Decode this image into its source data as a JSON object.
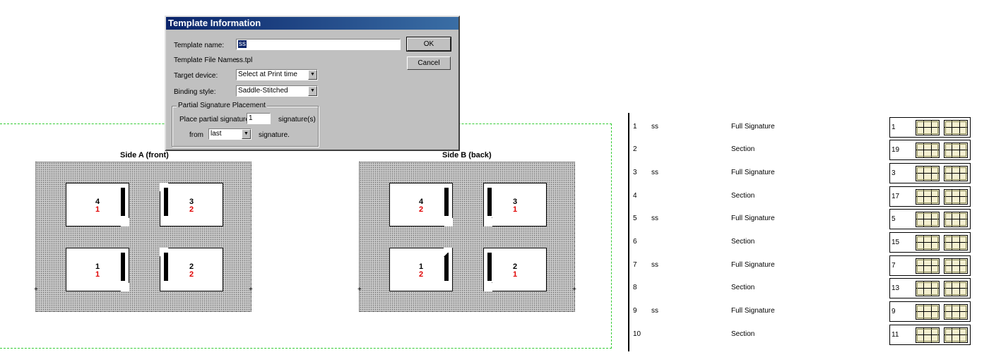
{
  "dialog": {
    "title": "Template Information",
    "template_name_label": "Template name:",
    "template_name_value": "ss",
    "template_file_label": "Template File Name:",
    "template_file_value": "ss.tpl",
    "target_device_label": "Target device:",
    "target_device_value": "Select at Print time",
    "binding_style_label": "Binding style:",
    "binding_style_value": "Saddle-Stitched",
    "ok_label": "OK",
    "cancel_label": "Cancel",
    "group_title": "Partial Signature Placement",
    "place_partial_label": "Place partial signature",
    "place_partial_value": "1",
    "signatures_label": "signature(s)",
    "from_label": "from",
    "from_value": "last",
    "signature_label": "signature."
  },
  "sides": {
    "a_label": "Side A (front)",
    "b_label": "Side B (back)",
    "a_pages": [
      {
        "top": "4",
        "bottom": "1"
      },
      {
        "top": "3",
        "bottom": "2"
      },
      {
        "top": "1",
        "bottom": "1"
      },
      {
        "top": "2",
        "bottom": "2"
      }
    ],
    "b_pages": [
      {
        "top": "4",
        "bottom": "2"
      },
      {
        "top": "3",
        "bottom": "1"
      },
      {
        "top": "1",
        "bottom": "2"
      },
      {
        "top": "2",
        "bottom": "1"
      }
    ]
  },
  "signatures": [
    {
      "index": "1",
      "name": "ss",
      "type": "Full Signature",
      "page": "1"
    },
    {
      "index": "2",
      "name": "",
      "type": "Section",
      "page": "19"
    },
    {
      "index": "3",
      "name": "ss",
      "type": "Full Signature",
      "page": "3"
    },
    {
      "index": "4",
      "name": "",
      "type": "Section",
      "page": "17"
    },
    {
      "index": "5",
      "name": "ss",
      "type": "Full Signature",
      "page": "5"
    },
    {
      "index": "6",
      "name": "",
      "type": "Section",
      "page": "15"
    },
    {
      "index": "7",
      "name": "ss",
      "type": "Full Signature",
      "page": "7"
    },
    {
      "index": "8",
      "name": "",
      "type": "Section",
      "page": "13"
    },
    {
      "index": "9",
      "name": "ss",
      "type": "Full Signature",
      "page": "9"
    },
    {
      "index": "10",
      "name": "",
      "type": "Section",
      "page": "11"
    }
  ]
}
